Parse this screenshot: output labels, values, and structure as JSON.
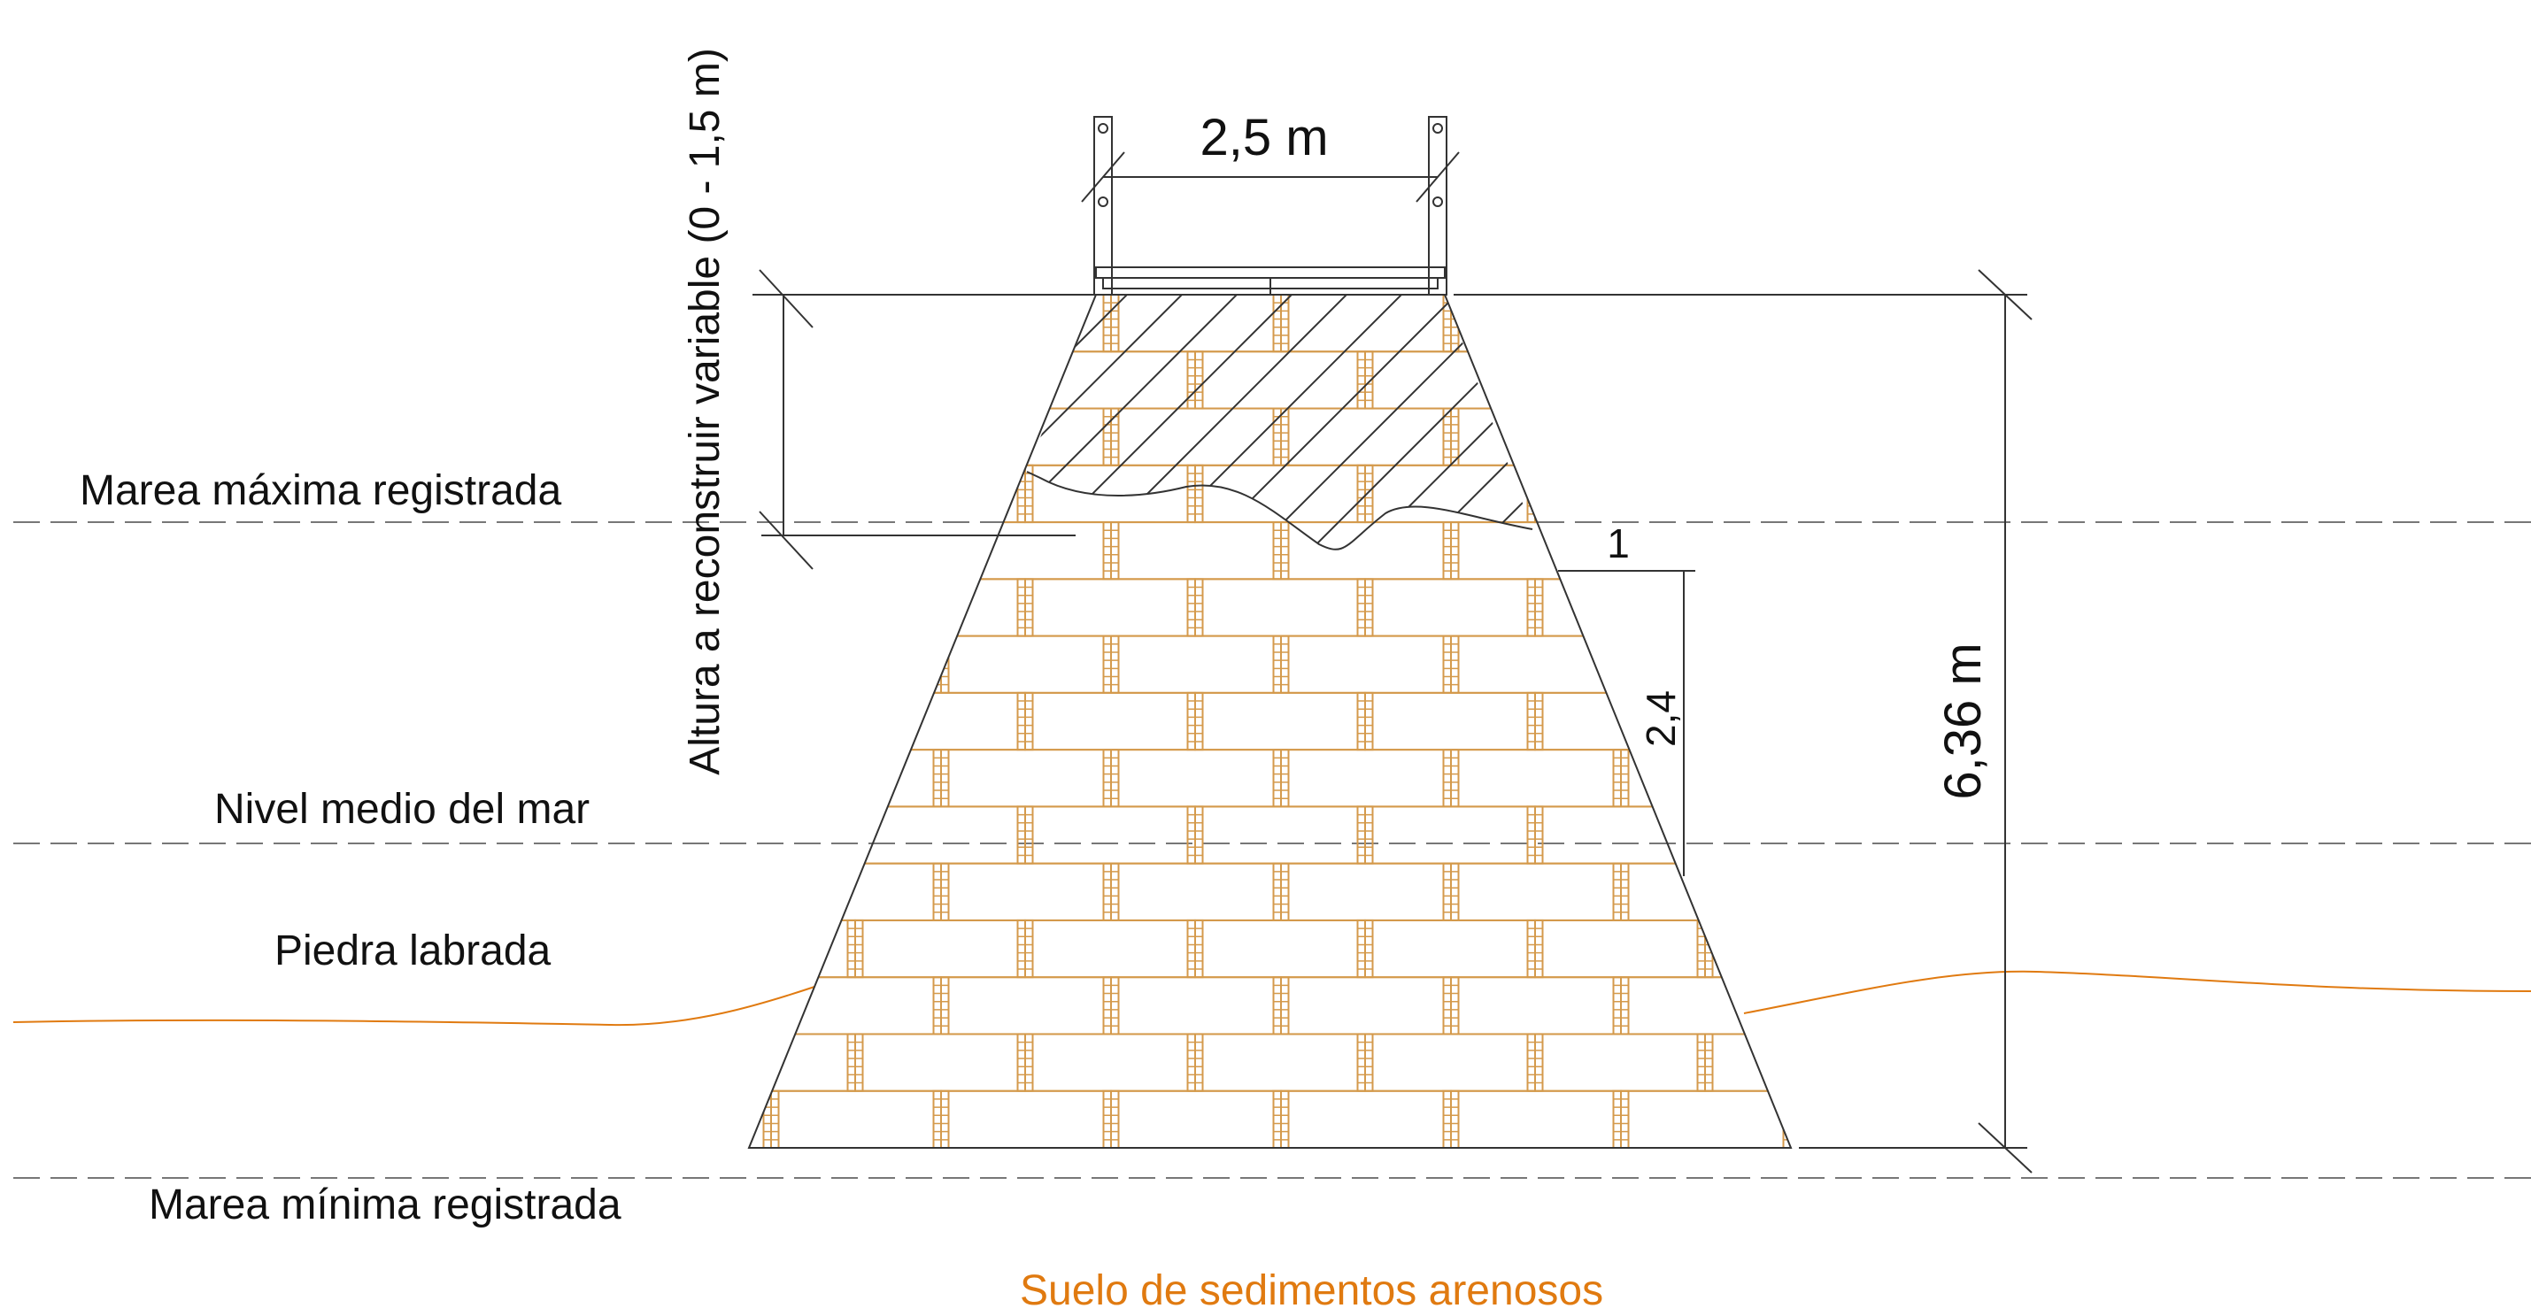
{
  "labels": {
    "tide_max": "Marea máxima registrada",
    "sea_level": "Nivel medio del mar",
    "stone": "Piedra labrada",
    "tide_min": "Marea mínima registrada",
    "soil": "Suelo de sedimentos arenosos",
    "rebuild_height": "Altura a reconstruir variable (0 - 1,5 m)",
    "top_width": "2,5 m",
    "total_height": "6,36 m",
    "slope_run": "1",
    "slope_rise": "2,4"
  },
  "colors": {
    "line": "#444444",
    "dash": "#666666",
    "brick": "#d49a4c",
    "soil": "#e07a10",
    "hatch": "#333333"
  }
}
